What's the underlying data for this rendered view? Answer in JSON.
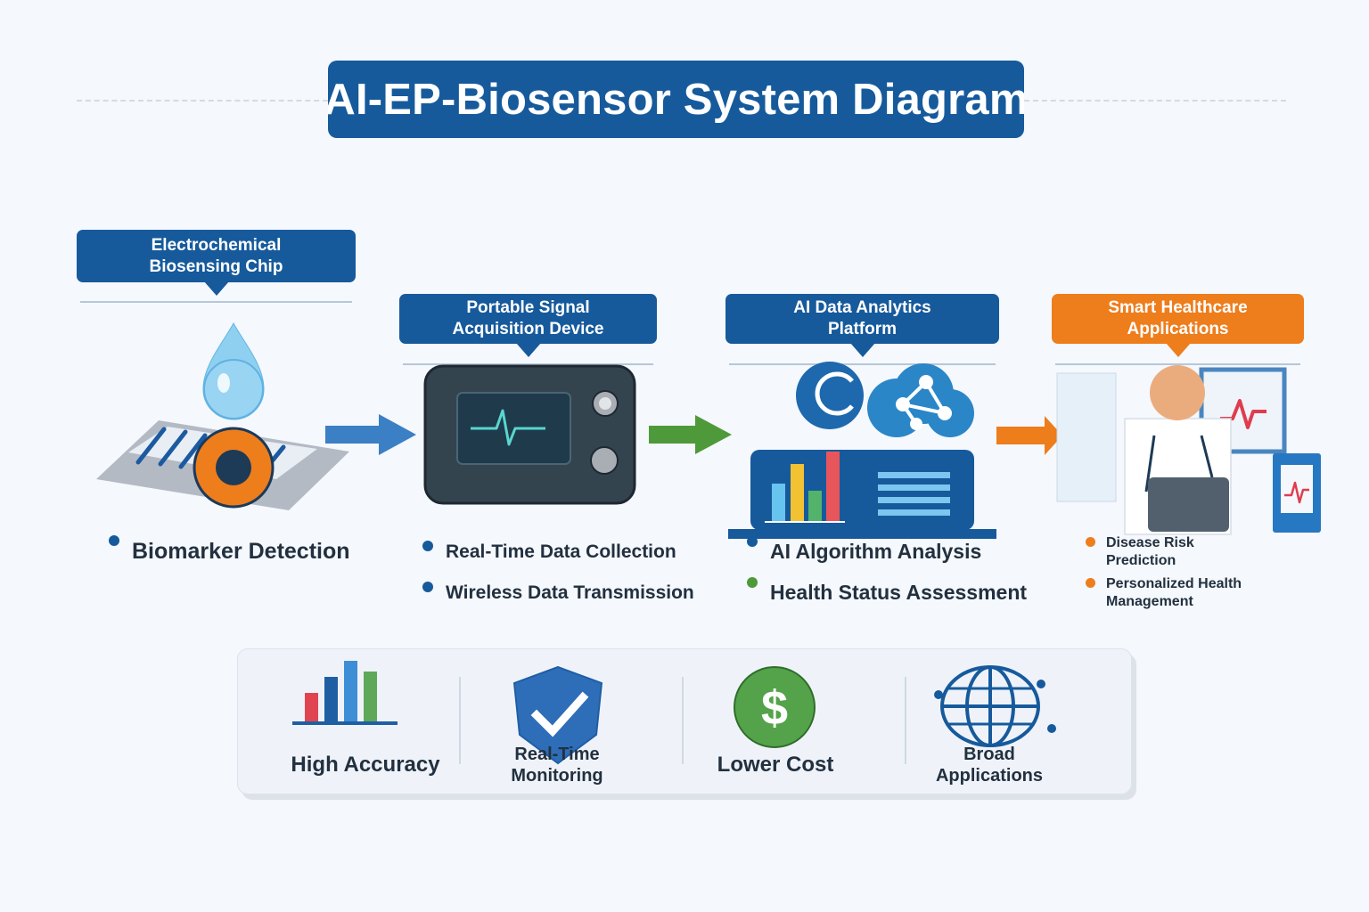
{
  "title": "AI-EP-Biosensor System Diagram",
  "colors": {
    "primary": "#165a9c",
    "accent_orange": "#ee7d1c",
    "accent_green": "#4e9a3a",
    "arrow_blue": "#3b7fc4",
    "background": "#f5f8fc"
  },
  "stages": [
    {
      "title": "Electrochemical Biosensing Chip",
      "icon": "biosensor-chip-with-droplet",
      "bullets": [
        "Biomarker Detection"
      ]
    },
    {
      "title": "Portable Signal Acquisition Device",
      "icon": "signal-acquisition-device",
      "bullets": [
        "Real-Time Data Collection",
        "Wireless Data Transmission"
      ]
    },
    {
      "title": "AI Data Analytics Platform",
      "icon": "cloud-analytics-dashboard",
      "bullets": [
        "AI Algorithm Analysis",
        "Health Status Assessment"
      ]
    },
    {
      "title": "Smart Healthcare Applications",
      "icon": "doctor-with-monitors",
      "bullets": [
        "Disease Risk Prediction",
        "Personalized Health Management"
      ]
    }
  ],
  "flow_arrows": [
    {
      "from": "Electrochemical Biosensing Chip",
      "to": "Portable Signal Acquisition Device",
      "color": "#3b7fc4"
    },
    {
      "from": "Portable Signal Acquisition Device",
      "to": "AI Data Analytics Platform",
      "color": "#4e9a3a"
    },
    {
      "from": "AI Data Analytics Platform",
      "to": "Smart Healthcare Applications",
      "color": "#ee7d1c"
    }
  ],
  "benefits": [
    {
      "label": "High Accuracy",
      "icon": "bar-chart-icon"
    },
    {
      "label": "Real-Time Monitoring",
      "icon": "shield-check-icon"
    },
    {
      "label": "Lower Cost",
      "icon": "dollar-coin-icon"
    },
    {
      "label": "Broad Applications",
      "icon": "globe-icon"
    }
  ]
}
